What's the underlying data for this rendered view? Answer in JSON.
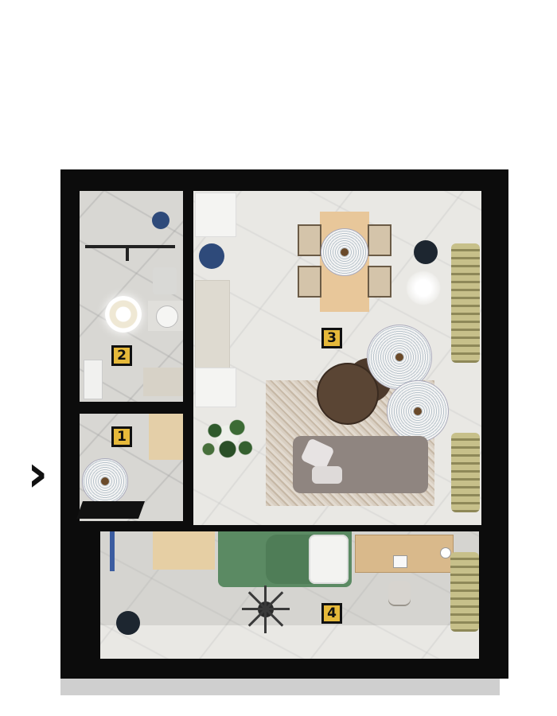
{
  "plan": {
    "rooms": [
      {
        "id": "1",
        "label": "1"
      },
      {
        "id": "2",
        "label": "2"
      },
      {
        "id": "3",
        "label": "3"
      },
      {
        "id": "4",
        "label": "4"
      }
    ],
    "entrance_glyph": "›"
  },
  "colors": {
    "wall": "#0c0c0c",
    "label_fill": "#e6b93a",
    "floor": "#e9e8e4",
    "sofa": "#8f8580",
    "bed_cover": "#5b8a63",
    "curtains": "#b9b27c",
    "desk_wood": "#d9b98b"
  }
}
